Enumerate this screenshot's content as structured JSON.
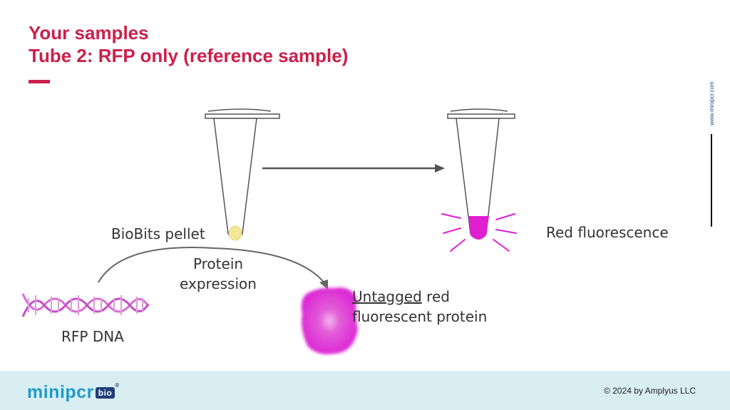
{
  "header": {
    "title_line1": "Your samples",
    "title_line2": "Tube 2: RFP only (reference sample)"
  },
  "sidebar": {
    "url": "www.minipcr.com"
  },
  "diagram": {
    "pellet_label": "BioBits pellet",
    "expression_label_line1": "Protein",
    "expression_label_line2": "expression",
    "dna_label": "RFP DNA",
    "protein_label_underlined": "Untagged",
    "protein_label_rest1": " red",
    "protein_label_line2": "fluorescent protein",
    "result_label": "Red fluorescence"
  },
  "footer": {
    "logo_text": "minipcr",
    "logo_badge": "bio",
    "logo_reg": "®",
    "copyright": "© 2024 by Amplyus LLC"
  },
  "colors": {
    "accent": "#cc1f4a",
    "magenta": "#e01fd0",
    "pellet": "#f3e79a",
    "footer_bg": "#d9eef3",
    "logo_blue": "#1e9bc9"
  }
}
